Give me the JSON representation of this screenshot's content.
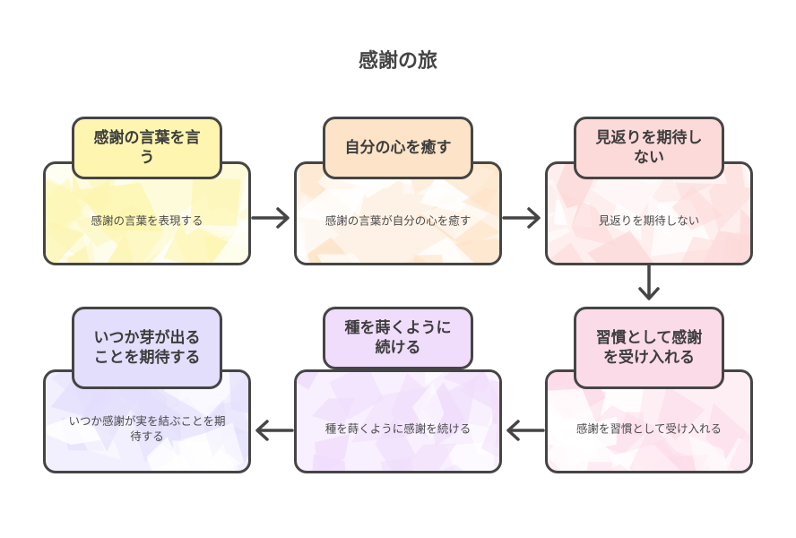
{
  "title": "感謝の旅",
  "steps": [
    {
      "title": "感謝の言葉を言う",
      "description": "感謝の言葉を表現する",
      "color": "#fdf5b0"
    },
    {
      "title": "自分の心を癒す",
      "description": "感謝の言葉が自分の心を癒す",
      "color": "#fde3c7"
    },
    {
      "title": "見返りを期待しない",
      "description": "見返りを期待しない",
      "color": "#fddada"
    },
    {
      "title": "習慣として感謝を受け入れる",
      "description": "感謝を習慣として受け入れる",
      "color": "#fcdbe9"
    },
    {
      "title": "種を蒔くように続ける",
      "description": "種を蒔くように感謝を続ける",
      "color": "#f0ddfc"
    },
    {
      "title": "いつか芽が出ることを期待する",
      "description": "いつか感謝が実を結ぶことを期待する",
      "color": "#e3defc"
    }
  ],
  "colors": {
    "stroke": "#454545"
  }
}
